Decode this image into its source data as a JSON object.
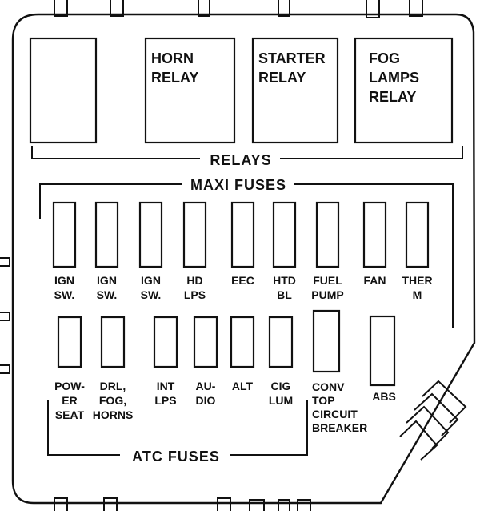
{
  "relays": {
    "label": "RELAYS",
    "items": [
      {
        "lines": []
      },
      {
        "lines": [
          "HORN",
          "RELAY"
        ]
      },
      {
        "lines": [
          "STARTER",
          "RELAY"
        ]
      },
      {
        "lines": [
          "FOG",
          "LAMPS",
          "RELAY"
        ]
      }
    ]
  },
  "maxi_fuses": {
    "label": "MAXI FUSES",
    "items": [
      {
        "lines": [
          "IGN",
          "SW."
        ]
      },
      {
        "lines": [
          "IGN",
          "SW."
        ]
      },
      {
        "lines": [
          "IGN",
          "SW."
        ]
      },
      {
        "lines": [
          "HD",
          "LPS"
        ]
      },
      {
        "lines": [
          "EEC"
        ]
      },
      {
        "lines": [
          "HTD",
          "BL"
        ]
      },
      {
        "lines": [
          "FUEL",
          "PUMP"
        ]
      },
      {
        "lines": [
          "FAN"
        ]
      },
      {
        "lines": [
          "THER",
          "M"
        ]
      }
    ]
  },
  "atc_fuses": {
    "label": "ATC FUSES",
    "items": [
      {
        "lines": [
          "POW-",
          "ER",
          "SEAT"
        ]
      },
      {
        "lines": [
          "DRL,",
          "FOG,",
          "HORNS"
        ]
      },
      {
        "lines": [
          "INT",
          "LPS"
        ]
      },
      {
        "lines": [
          "AU-",
          "DIO"
        ]
      },
      {
        "lines": [
          "ALT"
        ]
      },
      {
        "lines": [
          "CIG",
          "LUM"
        ]
      }
    ]
  },
  "others": [
    {
      "lines": [
        "CONV",
        "TOP",
        "CIRCUIT",
        "BREAKER"
      ]
    },
    {
      "lines": [
        "ABS"
      ]
    }
  ]
}
